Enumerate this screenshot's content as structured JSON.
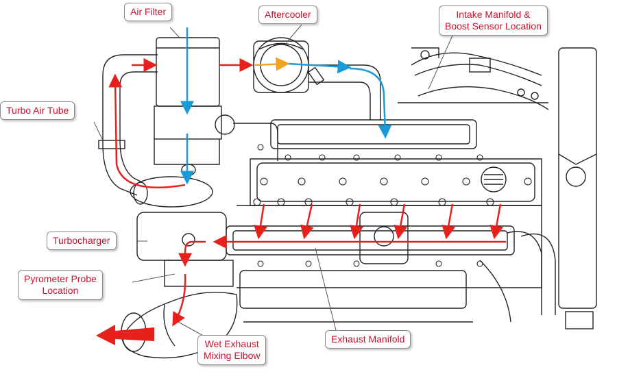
{
  "colors": {
    "intake_arrow": "#1a9ad6",
    "exhaust_arrow": "#e8201c",
    "hot_arrow": "#f4a21c",
    "label_text": "#c8102e",
    "line_art": "#222222"
  },
  "labels": {
    "air_filter": "Air Filter",
    "aftercooler": "Aftercooler",
    "intake_manifold_line1": "Intake Manifold &",
    "intake_manifold_line2": "Boost Sensor Location",
    "turbo_air_tube": "Turbo Air Tube",
    "turbocharger": "Turbocharger",
    "pyrometer_line1": "Pyrometer Probe",
    "pyrometer_line2": "Location",
    "wet_exhaust_line1": "Wet Exhaust",
    "wet_exhaust_line2": "Mixing Elbow",
    "exhaust_manifold": "Exhaust Manifold"
  }
}
